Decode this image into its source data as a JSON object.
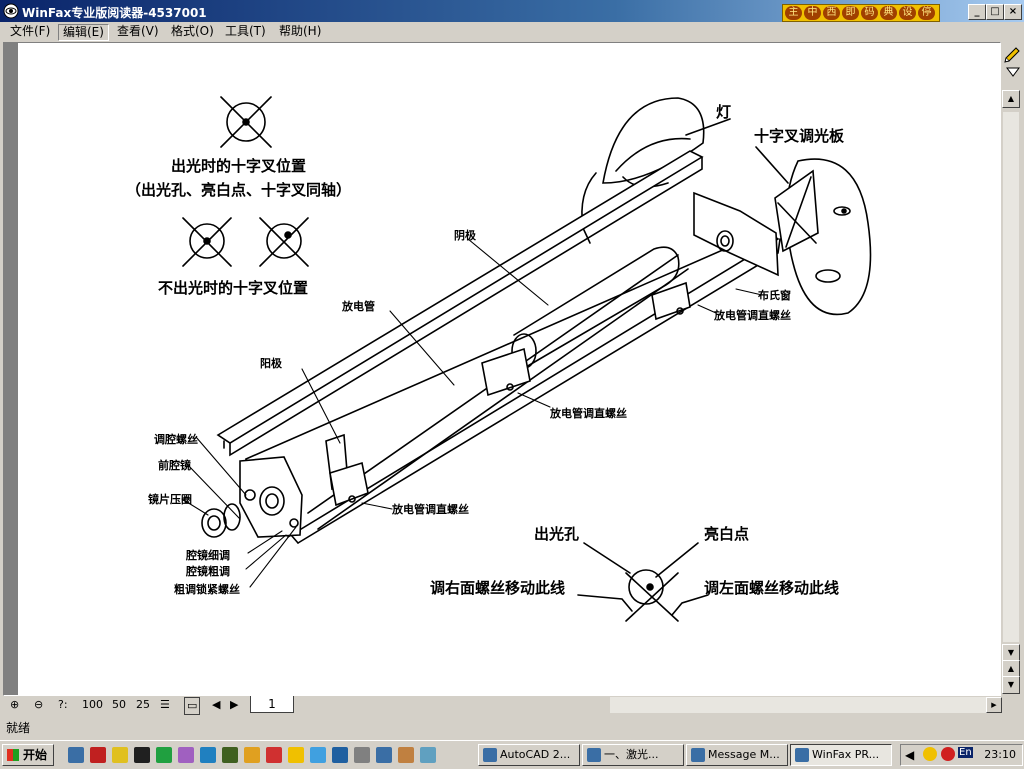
{
  "window": {
    "title": "WinFax专业版阅读器-4537001",
    "ime_buttons": [
      "主",
      "中",
      "西",
      "即",
      "码",
      "典",
      "设",
      "停"
    ],
    "controls": {
      "minimize": "_",
      "maximize": "□",
      "close": "×"
    }
  },
  "menu": [
    "文件(F)",
    "编辑(E)",
    "查看(V)",
    "格式(O)",
    "工具(T)",
    "帮助(H)"
  ],
  "diagram": {
    "legend_title_on": "出光时的十字叉位置",
    "legend_sub_on": "（出光孔、亮白点、十字叉同轴）",
    "legend_title_off": "不出光时的十字叉位置",
    "lamp": "灯",
    "cross_plate": "十字叉调光板",
    "cathode": "阴极",
    "discharge_tube": "放电管",
    "anode": "阳极",
    "brewster_window": "布氏窗",
    "tube_screw_1": "放电管调直螺丝",
    "tube_screw_2": "放电管调直螺丝",
    "tube_screw_3": "放电管调直螺丝",
    "cavity_screw": "调腔螺丝",
    "front_mirror": "前腔镜",
    "lens_ring": "镜片压圈",
    "fine_adjust": "腔镜细调",
    "coarse_adjust": "腔镜粗调",
    "coarse_lock": "粗调锁紧螺丝",
    "exit_hole": "出光孔",
    "bright_spot": "亮白点",
    "right_screw_line": "调右面螺丝移动此线",
    "left_screw_line": "调左面螺丝移动此线"
  },
  "nav": {
    "zoom_values": [
      "100",
      "50",
      "25"
    ],
    "page_tab": "1"
  },
  "status": {
    "text": "就绪"
  },
  "taskbar": {
    "start": "开始",
    "tasks": [
      "AutoCAD 2...",
      "一、激光...",
      "Message M...",
      "WinFax PR..."
    ],
    "tray_lang": "En",
    "clock": "23:10"
  },
  "colors": {
    "title_start": "#0a246a",
    "title_end": "#a6caf0",
    "chrome": "#d4d0c8"
  }
}
